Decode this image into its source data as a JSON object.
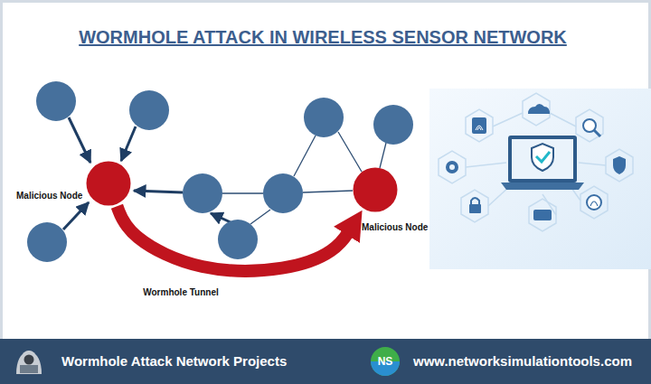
{
  "diagram": {
    "title": "WORMHOLE ATTACK IN WIRELESS SENSOR NETWORK",
    "nodes": [
      {
        "text": [
          "Malicious Node"
        ]
      },
      {
        "text": [
          "Malicious Node"
        ]
      }
    ],
    "edges": [
      {
        "from": 0,
        "to": 1,
        "arrow": "to",
        "label": "Wormhole Tunnel"
      }
    ],
    "labels": [
      "Wormhole Attack Network Projects",
      "NS",
      "www.networksimulationtools.com"
    ]
  }
}
